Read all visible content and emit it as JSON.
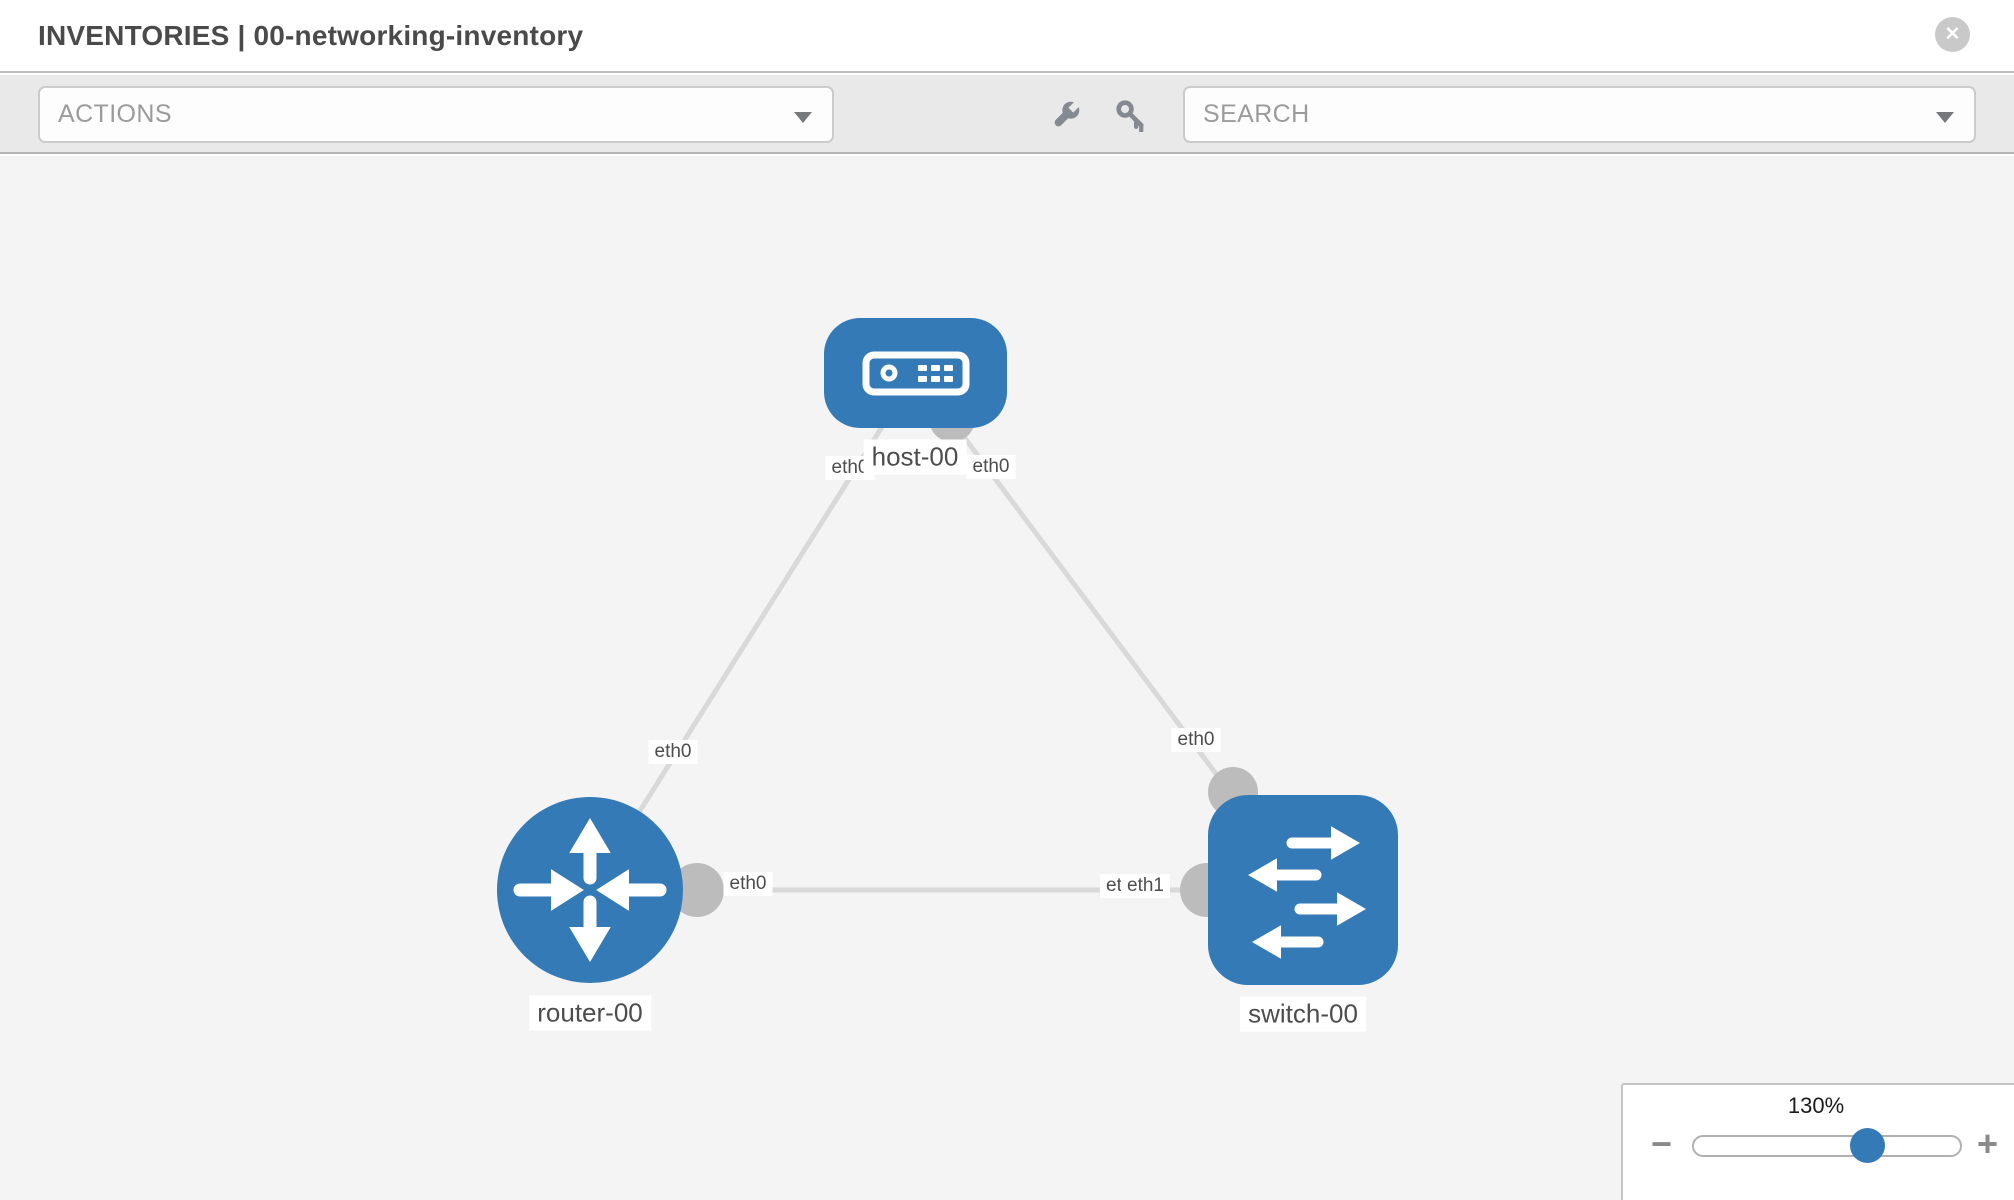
{
  "header": {
    "title": "INVENTORIES | 00-networking-inventory",
    "close_glyph": "✕"
  },
  "toolbar": {
    "actions_label": "ACTIONS",
    "search_label": "SEARCH",
    "icons": [
      {
        "name": "wrench"
      },
      {
        "name": "key"
      }
    ]
  },
  "diagram": {
    "nodes": [
      {
        "id": "host-00",
        "type": "host",
        "label": "host-00"
      },
      {
        "id": "router-00",
        "type": "router",
        "label": "router-00"
      },
      {
        "id": "switch-00",
        "type": "switch",
        "label": "switch-00"
      }
    ],
    "links": [
      {
        "source": "router-00",
        "target": "host-00",
        "source_interface": "eth0",
        "target_interface": "eth0"
      },
      {
        "source": "switch-00",
        "target": "host-00",
        "source_interface": "eth0",
        "target_interface": "eth0"
      },
      {
        "source": "router-00",
        "target": "switch-00",
        "source_interface": "eth0",
        "target_interfaces": [
          "eth0",
          "eth1"
        ]
      }
    ],
    "if_labels": {
      "host_left": "eth0",
      "host_right": "eth0",
      "router_top": "eth0",
      "router_right": "eth0",
      "switch_left_back": "eth0",
      "switch_left_front": "eth1",
      "switch_top": "eth0"
    }
  },
  "zoom_control": {
    "level": "130%",
    "minus_glyph": "−",
    "plus_glyph": "+"
  },
  "colors": {
    "node_fill": "#337ab7",
    "link": "#d9d9d9",
    "interface_dot": "#bcbcbc",
    "toolbar_bg": "#e9e9e9",
    "canvas_bg": "#f4f4f4",
    "accent": "#337ab7"
  }
}
